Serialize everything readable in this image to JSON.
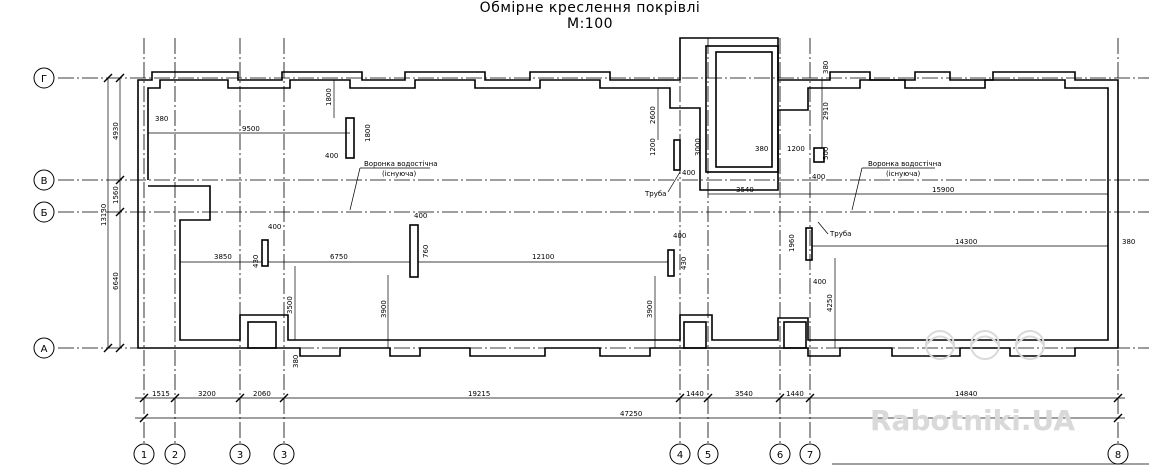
{
  "title": {
    "line1": "Обмірне креслення покрівлі",
    "line2": "М:100"
  },
  "axes": {
    "horizontal": [
      "Г",
      "В",
      "Б",
      "А"
    ],
    "vertical": [
      "1",
      "2",
      "3",
      "3",
      "4",
      "5",
      "6",
      "7",
      "8"
    ]
  },
  "labels": {
    "funnel_line1": "Воронка водостічна",
    "funnel_line2": "(існуюча)",
    "pipe": "Труба"
  },
  "dims_bottom_row1": [
    "1515",
    "3200",
    "2060",
    "19215",
    "1440",
    "3540",
    "1440",
    "14840"
  ],
  "dims_bottom_total": "47250",
  "dims_left": [
    "4930",
    "1560",
    "6640",
    "13130"
  ],
  "dims_internal": {
    "d380_a": "380",
    "d9500": "9500",
    "d1800_a": "1800",
    "d1800_b": "1800",
    "d400_a": "400",
    "d2600": "2600",
    "d1200_a": "1200",
    "d3000": "3000",
    "d400_b": "400",
    "d3540": "3540",
    "d380_b": "380",
    "d1200_b": "1200",
    "d2910": "2910",
    "d500": "500",
    "d380_c": "380",
    "d400_c": "400",
    "d15900": "15900",
    "d14300": "14300",
    "d380_d": "380",
    "d1960": "1960",
    "d400_d": "400",
    "d4250": "4250",
    "d3850": "3850",
    "d6750": "6750",
    "d12100": "12100",
    "d400_e": "400",
    "d400_f": "400",
    "d400_g": "400",
    "d430_a": "430",
    "d760": "760",
    "d430_b": "430",
    "d3500": "3500",
    "d3900_a": "3900",
    "d3900_b": "3900",
    "d380_e": "380"
  },
  "watermark": "Rabotniki.UA"
}
